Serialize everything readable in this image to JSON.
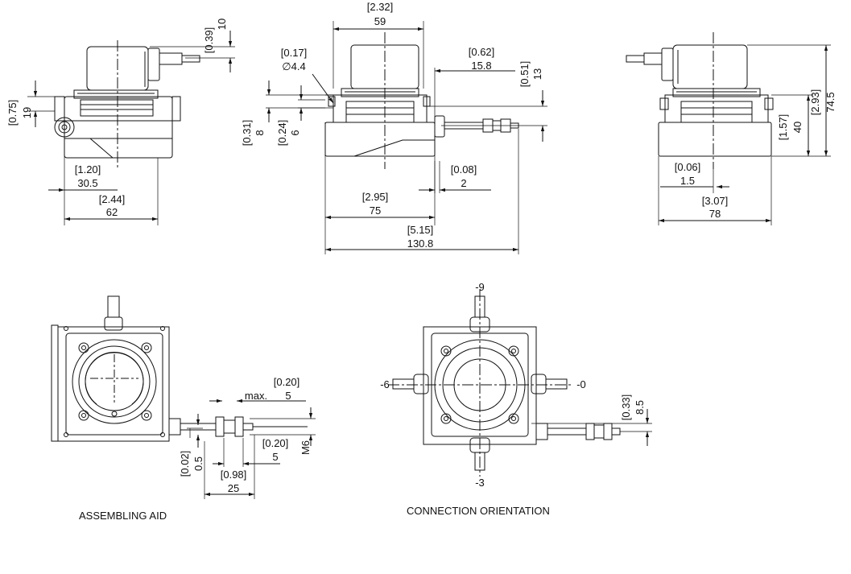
{
  "captions": {
    "assembling": "ASSEMBLING AID",
    "orientation": "CONNECTION ORIENTATION"
  },
  "front_view": {
    "dim_plug_top_in": "[0.39]",
    "dim_plug_top_mm": "10",
    "dim_height_in": "[0.75]",
    "dim_height_mm": "19",
    "dim_offset_in": "[1.20]",
    "dim_offset_mm": "30.5",
    "dim_width_in": "[2.44]",
    "dim_width_mm": "62"
  },
  "side_view": {
    "dim_body_in": "[2.32]",
    "dim_body_mm": "59",
    "dim_hole_in": "[0.17]",
    "dim_hole_mm": "∅4.4",
    "dim_flange_in": "[0.31]",
    "dim_flange_mm": "8",
    "dim_slot_in": "[0.24]",
    "dim_slot_mm": "6",
    "dim_fitting_in": "[0.62]",
    "dim_fitting_mm": "15.8",
    "dim_exit_in": "[0.51]",
    "dim_exit_mm": "13",
    "dim_gap_in": "[0.08]",
    "dim_gap_mm": "2",
    "dim_base_in": "[2.95]",
    "dim_base_mm": "75",
    "dim_total_in": "[5.15]",
    "dim_total_mm": "130.8"
  },
  "rear_view": {
    "dim_height_in": "[2.93]",
    "dim_height_mm": "74.5",
    "dim_mid_in": "[1.57]",
    "dim_mid_mm": "40",
    "dim_off_in": "[0.06]",
    "dim_off_mm": "1.5",
    "dim_width_in": "[3.07]",
    "dim_width_mm": "78"
  },
  "assembling_view": {
    "dim_max_label": "max.",
    "dim_max_in": "[0.20]",
    "dim_max_mm": "5",
    "dim_thread": "M6",
    "dim_nut_in": "[0.20]",
    "dim_nut_mm": "5",
    "dim_low_in": "[0.02]",
    "dim_low_mm": "0.5",
    "dim_len_in": "[0.98]",
    "dim_len_mm": "25"
  },
  "orientation_view": {
    "label_top": "-9",
    "label_left": "-6",
    "label_right": "-0",
    "label_bottom": "-3",
    "dim_exit_in": "[0.33]",
    "dim_exit_mm": "8.5"
  }
}
